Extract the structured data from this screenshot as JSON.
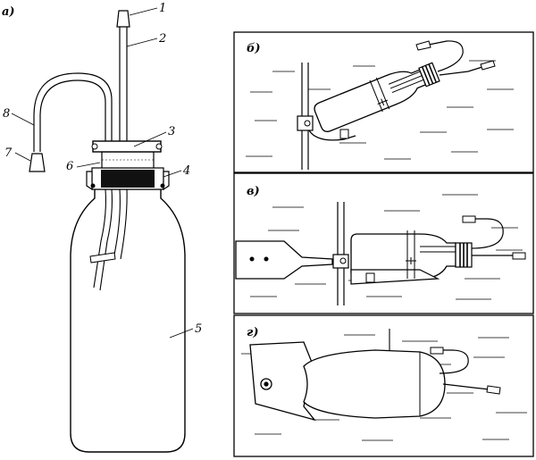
{
  "panels": {
    "a": {
      "label": "а)"
    },
    "b": {
      "label": "б)"
    },
    "v": {
      "label": "в)"
    },
    "g": {
      "label": "г)"
    }
  },
  "callouts": [
    {
      "id": "1",
      "text": "1"
    },
    {
      "id": "2",
      "text": "2"
    },
    {
      "id": "3",
      "text": "3"
    },
    {
      "id": "4",
      "text": "4"
    },
    {
      "id": "5",
      "text": "5"
    },
    {
      "id": "6",
      "text": "6"
    },
    {
      "id": "7",
      "text": "7"
    },
    {
      "id": "8",
      "text": "8"
    }
  ]
}
